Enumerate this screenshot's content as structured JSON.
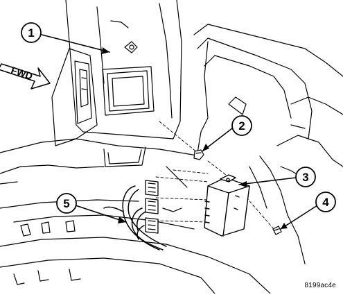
{
  "figure": {
    "fwd_label": "FWD",
    "figure_code": "8199ac4e"
  },
  "callouts": [
    {
      "label": "1"
    },
    {
      "label": "2"
    },
    {
      "label": "3"
    },
    {
      "label": "4"
    },
    {
      "label": "5"
    }
  ]
}
